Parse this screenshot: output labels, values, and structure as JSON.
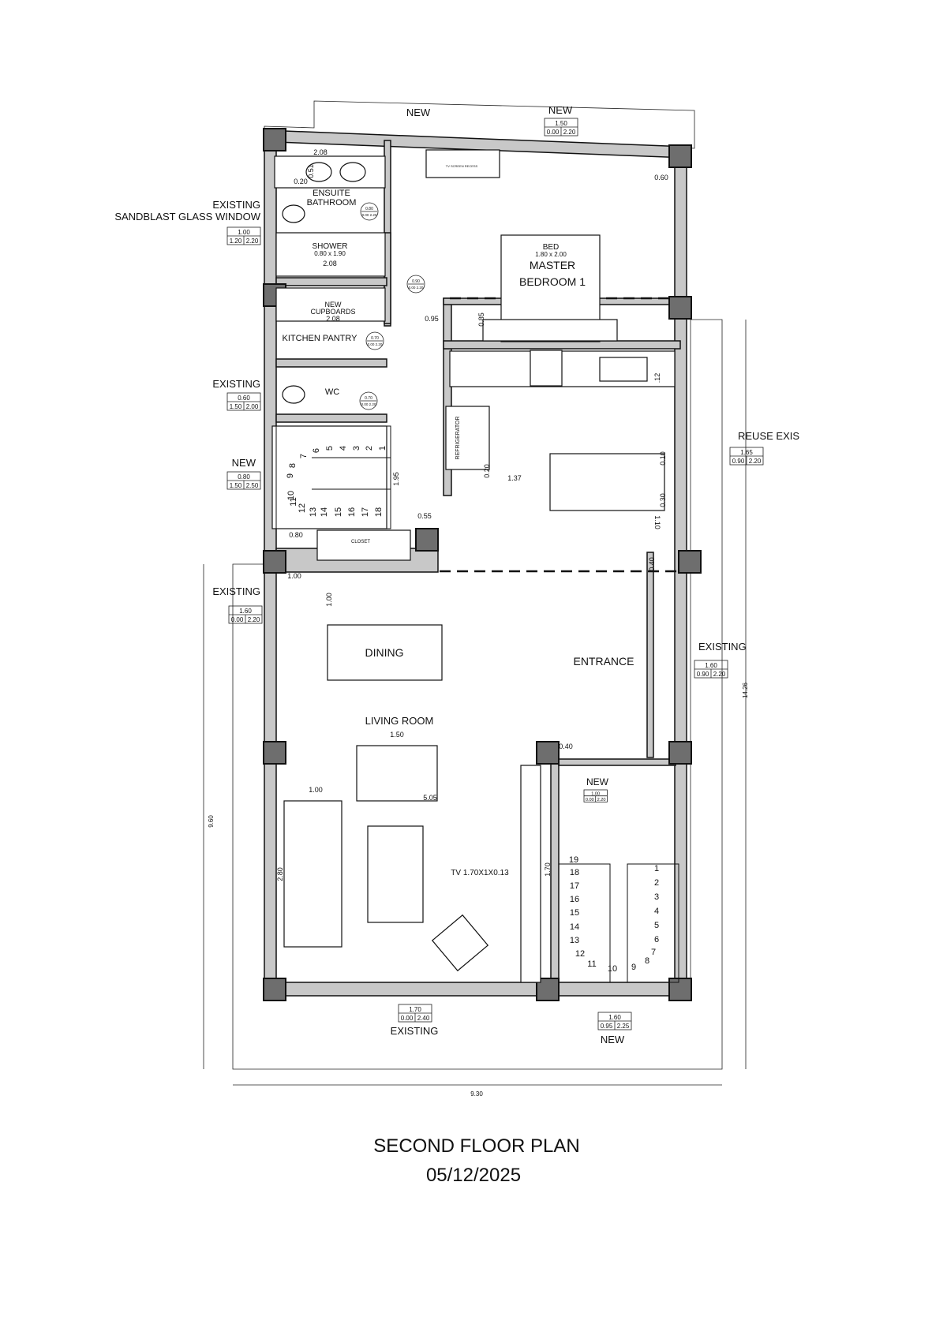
{
  "plan": {
    "title": "SECOND FLOOR PLAN",
    "date": "05/12/2025"
  },
  "rooms": {
    "ensuite": "ENSUITE",
    "bathroom": "BATHROOM",
    "shower": "SHOWER",
    "shower_size": "0.80 x 1.90",
    "bed": "BED",
    "bed_size": "1.80 x 2.00",
    "master": "MASTER",
    "bedroom1": "BEDROOM 1",
    "new_cupboards_1": "NEW",
    "new_cupboards_2": "CUPBOARDS",
    "kitchen_pantry": "KITCHEN PANTRY",
    "wc": "WC",
    "closet": "CLOSET",
    "refrigerator": "REFRIGERATOR",
    "dining": "DINING",
    "living_room": "LIVING ROOM",
    "entrance": "ENTRANCE",
    "tv": "TV 1.70X1X0.13",
    "tv_recess": "TV SCREEN RECESS"
  },
  "windows": [
    {
      "label": "NEW"
    },
    {
      "label": "NEW",
      "width": "1.50",
      "sill": "0.00",
      "height": "2.20"
    },
    {
      "label": "EXISTING",
      "label2": "SANDBLAST GLASS WINDOW",
      "width": "1.00",
      "sill": "1.20",
      "height": "2.20"
    },
    {
      "label": "EXISTING",
      "width": "0.60",
      "sill": "1.50",
      "height": "2.00"
    },
    {
      "label": "NEW",
      "width": "0.80",
      "sill": "1.50",
      "height": "2.50"
    },
    {
      "label": "EXISTING",
      "width": "1.60",
      "sill": "0.00",
      "height": "2.20"
    },
    {
      "label": "REUSE EXIS",
      "width": "1.65",
      "sill": "0.90",
      "height": "2.20"
    },
    {
      "label": "EXISTING",
      "width": "1.60",
      "sill": "0.90",
      "height": "2.20"
    },
    {
      "label": "EXISTING",
      "width": "1.70",
      "sill": "0.00",
      "height": "2.40"
    },
    {
      "label": "NEW",
      "width": "1.60",
      "sill": "0.95",
      "height": "2.25"
    },
    {
      "label": "NEW",
      "width": "1.00",
      "sill": "0.00",
      "height": "2.20"
    }
  ],
  "doors": [
    {
      "width": "0.80",
      "sill": "0.00",
      "height": "2.20"
    },
    {
      "width": "0.90",
      "sill": "0.00",
      "height": "2.20"
    },
    {
      "width": "0.70",
      "sill": "0.00",
      "height": "2.20"
    },
    {
      "width": "0.70",
      "sill": "0.00",
      "height": "2.20"
    }
  ],
  "dimensions": [
    "2.08",
    "0.51",
    "0.20",
    "2.08",
    "2.08",
    "0.95",
    "0.85",
    "0.60",
    ".12",
    "0.10",
    "0.30",
    "1.10",
    "0.40",
    "1.37",
    "0.20",
    "1.95",
    "0.55",
    "0.80",
    "1.00",
    "1.00",
    "1.50",
    "1.00",
    "5.05",
    "2.80",
    "1.70",
    "0.40",
    "9.60",
    "14.26",
    "9.30"
  ],
  "stairs_upper": [
    "1",
    "2",
    "3",
    "4",
    "5",
    "6",
    "7",
    "8",
    "9",
    "10",
    "11",
    "12",
    "13",
    "14",
    "15",
    "16",
    "17",
    "18"
  ],
  "stairs_lower": [
    "1",
    "2",
    "3",
    "4",
    "5",
    "6",
    "7",
    "8",
    "9",
    "10",
    "11",
    "12",
    "13",
    "14",
    "15",
    "16",
    "17",
    "18",
    "19"
  ]
}
